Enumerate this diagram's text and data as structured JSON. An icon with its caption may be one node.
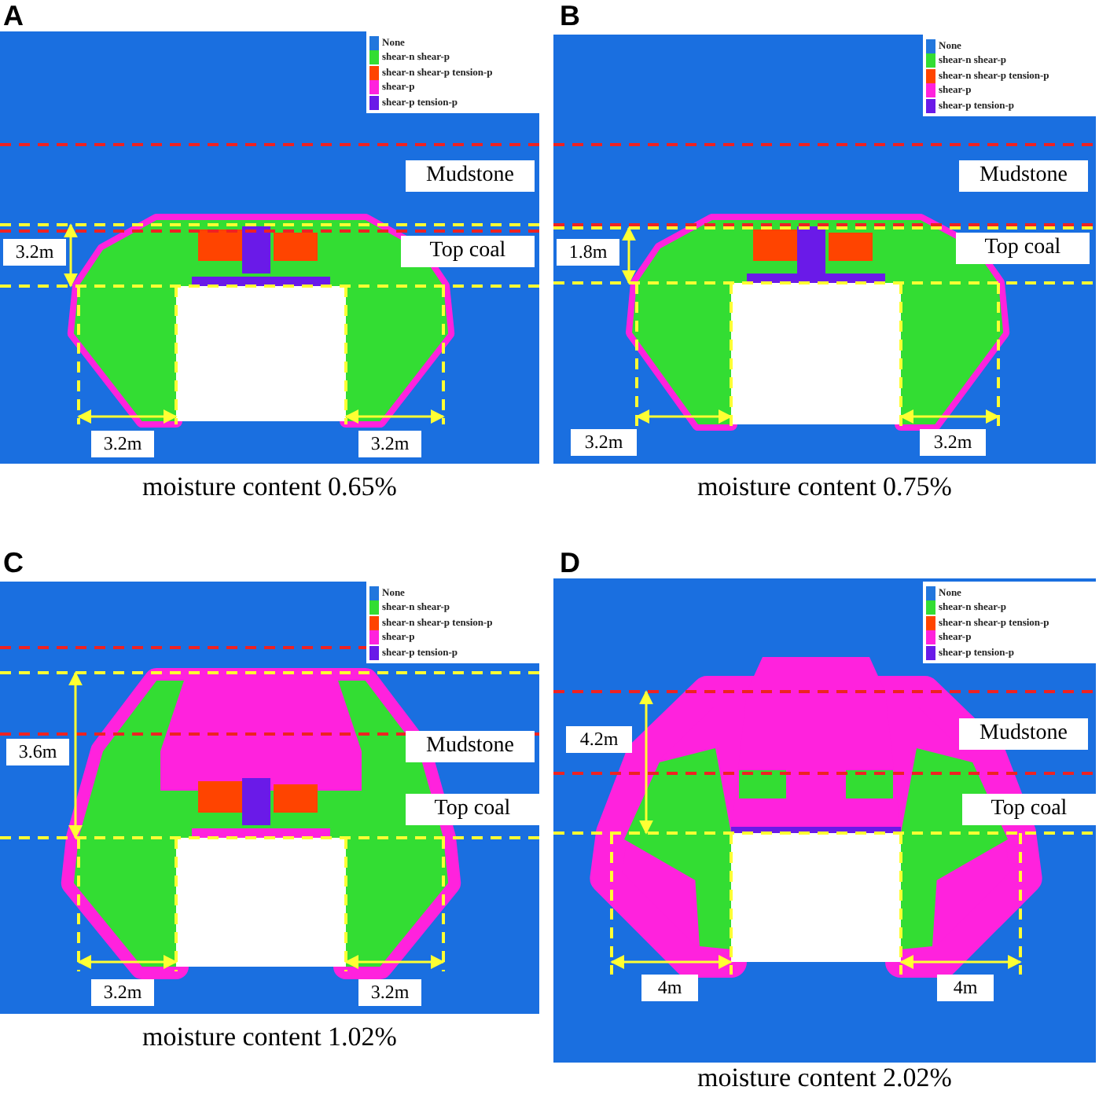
{
  "diagram": {
    "nodes": [
      {
        "text": [
          "Mudstone"
        ]
      },
      {
        "text": [
          "Top coal"
        ]
      },
      {
        "text": [
          "Mudstone"
        ]
      },
      {
        "text": [
          "Top coal"
        ]
      },
      {
        "text": [
          "Mudstone"
        ]
      },
      {
        "text": [
          "Top coal"
        ]
      },
      {
        "text": [
          "Mudstone"
        ]
      },
      {
        "text": [
          "Top coal"
        ]
      }
    ],
    "labels": [
      "A",
      "3.2m",
      "3.2m",
      "3.2m",
      "moisture content 0.65%",
      "B",
      "1.8m",
      "3.2m",
      "3.2m",
      "moisture content 0.75%",
      "C",
      "3.6m",
      "3.2m",
      "3.2m",
      "moisture content 1.02%",
      "D",
      "4.2m",
      "4m",
      "4m",
      "moisture content 2.02%"
    ],
    "legend": [
      {
        "text": "None",
        "color": "#2277dd"
      },
      {
        "text": "shear-n shear-p",
        "color": "#33dd33"
      },
      {
        "text": "shear-n shear-p tension-p",
        "color": "#ff4400"
      },
      {
        "text": "shear-p",
        "color": "#ff22dd"
      },
      {
        "text": "shear-p tension-p",
        "color": "#6a1ae8"
      },
      {
        "text": "None",
        "color": "#2277dd"
      },
      {
        "text": "shear-n shear-p",
        "color": "#33dd33"
      },
      {
        "text": "shear-n shear-p tension-p",
        "color": "#ff4400"
      },
      {
        "text": "shear-p",
        "color": "#ff22dd"
      },
      {
        "text": "shear-p tension-p",
        "color": "#6a1ae8"
      },
      {
        "text": "None",
        "color": "#2277dd"
      },
      {
        "text": "shear-n shear-p",
        "color": "#33dd33"
      },
      {
        "text": "shear-n shear-p tension-p",
        "color": "#ff4400"
      },
      {
        "text": "shear-p",
        "color": "#ff22dd"
      },
      {
        "text": "shear-p tension-p",
        "color": "#6a1ae8"
      },
      {
        "text": "None",
        "color": "#2277dd"
      },
      {
        "text": "shear-n shear-p",
        "color": "#33dd33"
      },
      {
        "text": "shear-n shear-p tension-p",
        "color": "#ff4400"
      },
      {
        "text": "shear-p",
        "color": "#ff22dd"
      },
      {
        "text": "shear-p tension-p",
        "color": "#6a1ae8"
      }
    ]
  }
}
